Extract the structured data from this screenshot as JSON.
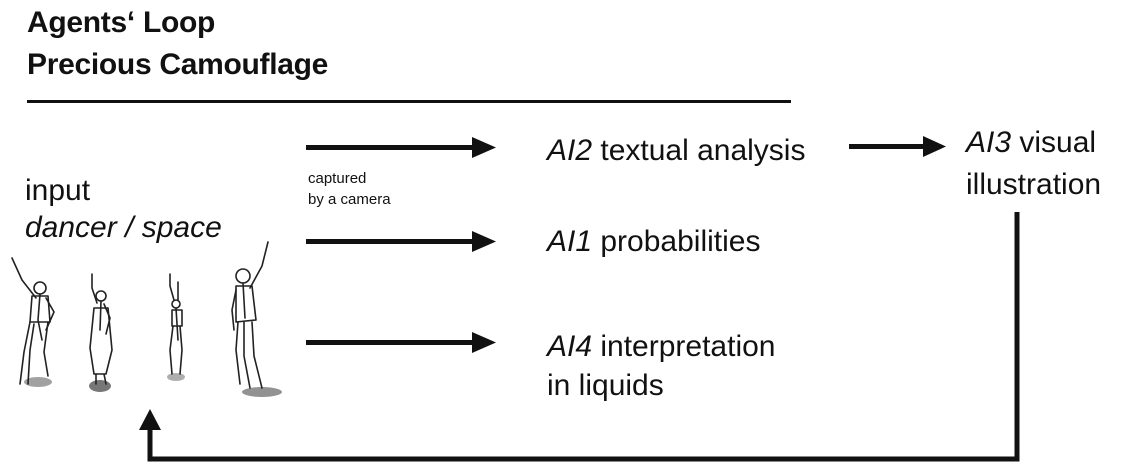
{
  "title": {
    "line1": "Agents‘ Loop",
    "line2": "Precious Camouflage"
  },
  "input": {
    "label": "input",
    "subject": "dancer / space"
  },
  "capture_note": {
    "line1": "captured",
    "line2": "by a camera"
  },
  "agents": {
    "ai2": {
      "id": "AI2",
      "label": " textual analysis"
    },
    "ai3": {
      "id": "AI3",
      "label": " visual",
      "label_line2": "illustration"
    },
    "ai1": {
      "id": "AI1",
      "label": " probabilities"
    },
    "ai4": {
      "id": "AI4",
      "label": " interpretation",
      "label_line2": "in liquids"
    }
  },
  "colors": {
    "ink": "#111111",
    "background": "#ffffff"
  },
  "icons": {
    "dancers": "dancer-sketch-icon",
    "arrow": "arrow-right-icon",
    "loop": "loop-back-arrow-icon"
  }
}
